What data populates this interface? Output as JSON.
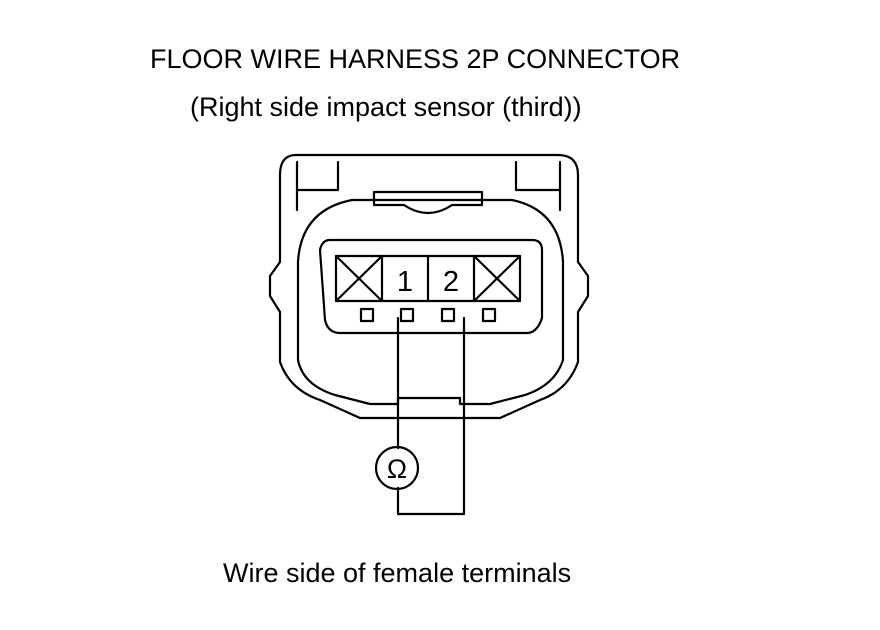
{
  "title": "FLOOR WIRE HARNESS 2P CONNECTOR",
  "subtitle": "(Right side impact sensor (third))",
  "caption": "Wire side of female terminals",
  "terminals": [
    {
      "label": "X",
      "type": "blank"
    },
    {
      "label": "1",
      "type": "pin"
    },
    {
      "label": "2",
      "type": "pin"
    },
    {
      "label": "X",
      "type": "blank"
    }
  ],
  "meter": {
    "symbol": "Ω",
    "icon": "ohmmeter-icon"
  },
  "colors": {
    "line": "#000000",
    "background": "#ffffff"
  }
}
